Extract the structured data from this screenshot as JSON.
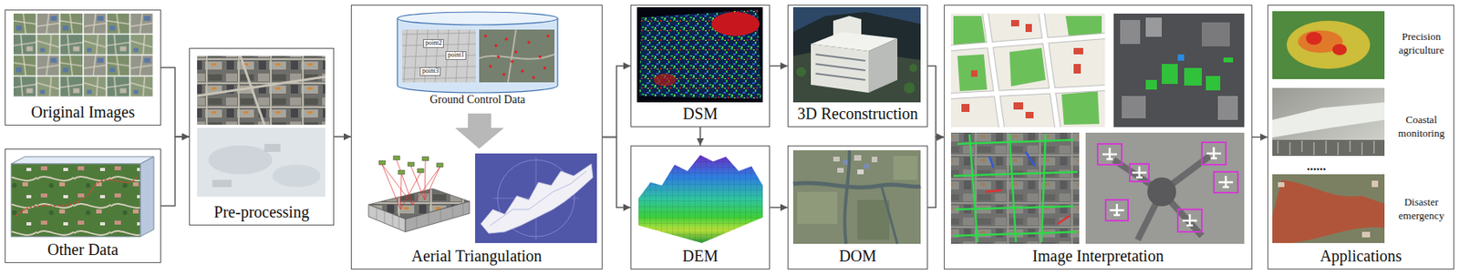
{
  "diagram": {
    "nodes": [
      {
        "text": [
          "Original Images"
        ]
      },
      {
        "text": [
          "Other Data"
        ]
      },
      {
        "text": [
          "Pre-processing"
        ]
      },
      {
        "text": [
          "Aerial Triangulation"
        ]
      },
      {
        "text": [
          "Ground Control Data"
        ],
        "in": 3
      },
      {
        "text": [
          "DSM"
        ]
      },
      {
        "text": [
          "DEM"
        ]
      },
      {
        "text": [
          "3D Reconstruction"
        ]
      },
      {
        "text": [
          "DOM"
        ]
      },
      {
        "text": [
          "Image Interpretation"
        ]
      },
      {
        "text": [
          "Applications"
        ]
      }
    ],
    "edges": [
      {
        "from": 0,
        "to": 2,
        "arrow": "to"
      },
      {
        "from": 1,
        "to": 2,
        "arrow": "to"
      },
      {
        "from": 2,
        "to": 3,
        "arrow": "to"
      },
      {
        "from": 3,
        "to": 5,
        "arrow": "to"
      },
      {
        "from": 3,
        "to": 6,
        "arrow": "to"
      },
      {
        "from": 5,
        "to": 6,
        "arrow": "to"
      },
      {
        "from": 5,
        "to": 7,
        "arrow": "to"
      },
      {
        "from": 6,
        "to": 8,
        "arrow": "to"
      },
      {
        "from": 7,
        "to": 9,
        "arrow": "to"
      },
      {
        "from": 8,
        "to": 9,
        "arrow": "to"
      },
      {
        "from": 9,
        "to": 10,
        "arrow": "to"
      }
    ],
    "labels": [
      "point2",
      "point1",
      "point3",
      "Precision agriculture",
      "Coastal monitoring",
      "......",
      "Disaster emergency"
    ]
  }
}
